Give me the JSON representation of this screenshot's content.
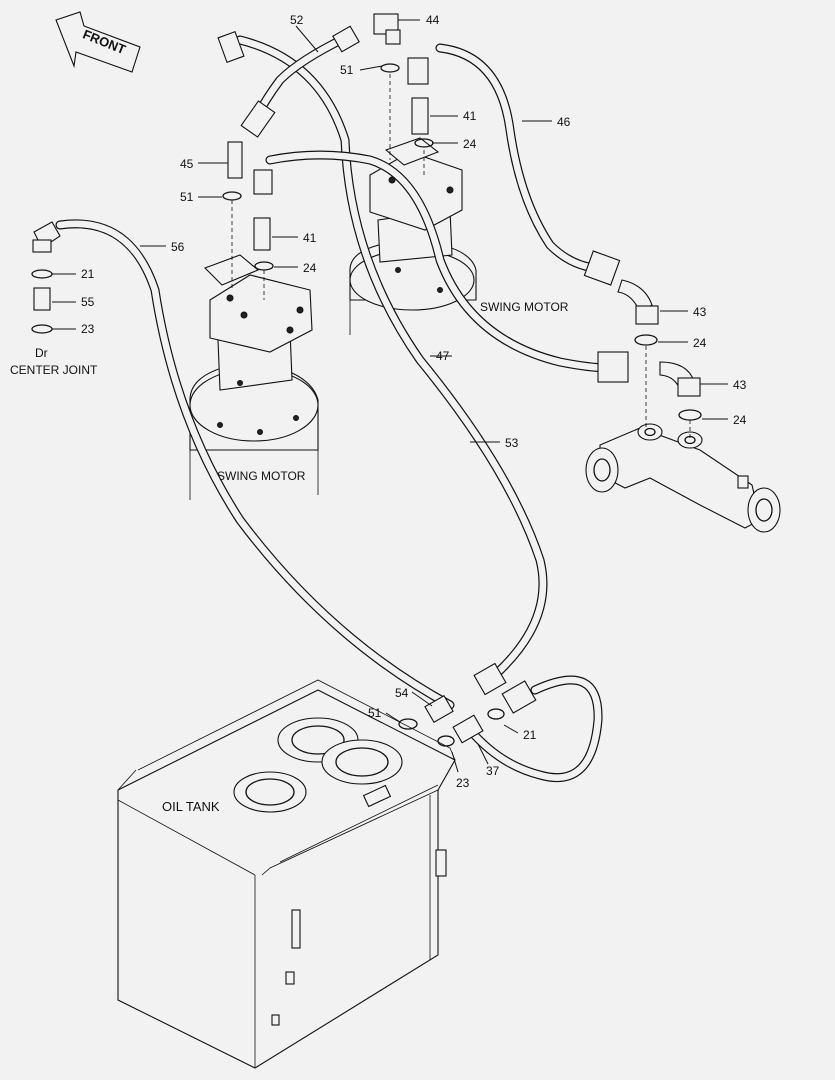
{
  "front_label": "FRONT",
  "assemblies": {
    "swing_motor_left": "SWING MOTOR",
    "swing_motor_right": "SWING MOTOR",
    "center_joint": "CENTER JOINT",
    "center_joint_port": "Dr",
    "oil_tank": "OIL TANK"
  },
  "callouts": {
    "c52": "52",
    "c44": "44",
    "c51_top": "51",
    "c46": "46",
    "c41_right": "41",
    "c24_right_top": "24",
    "c45": "45",
    "c51_left": "51",
    "c41_left": "41",
    "c24_left": "24",
    "c56": "56",
    "c21_cj": "21",
    "c55": "55",
    "c23_cj": "23",
    "c43_upper": "43",
    "c24_elbow_upper": "24",
    "c47": "47",
    "c43_lower": "43",
    "c24_elbow_lower": "24",
    "c53": "53",
    "c54": "54",
    "c51_tank": "51",
    "c21_tank": "21",
    "c23_tank": "23",
    "c37": "37"
  }
}
